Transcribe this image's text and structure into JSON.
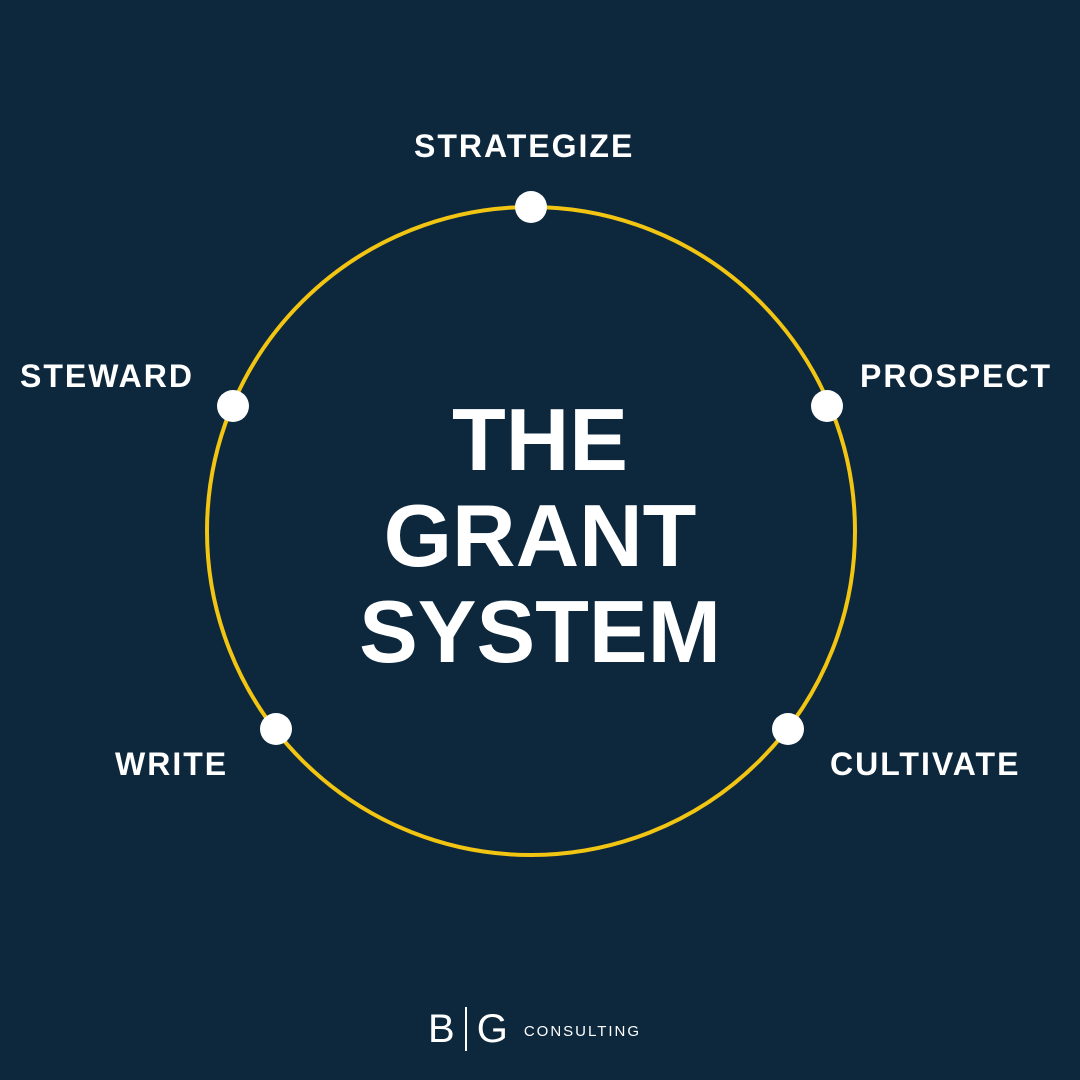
{
  "colors": {
    "background": "#0d283d",
    "ring": "#f2c512",
    "node": "#ffffff",
    "text": "#ffffff"
  },
  "title": {
    "line1": "THE",
    "line2": "GRANT",
    "line3": "SYSTEM"
  },
  "cycle": {
    "nodes": [
      {
        "label": "STRATEGIZE"
      },
      {
        "label": "PROSPECT"
      },
      {
        "label": "CULTIVATE"
      },
      {
        "label": "WRITE"
      },
      {
        "label": "STEWARD"
      }
    ]
  },
  "logo": {
    "left_letter": "B",
    "right_letter": "G",
    "wordmark": "CONSULTING"
  }
}
